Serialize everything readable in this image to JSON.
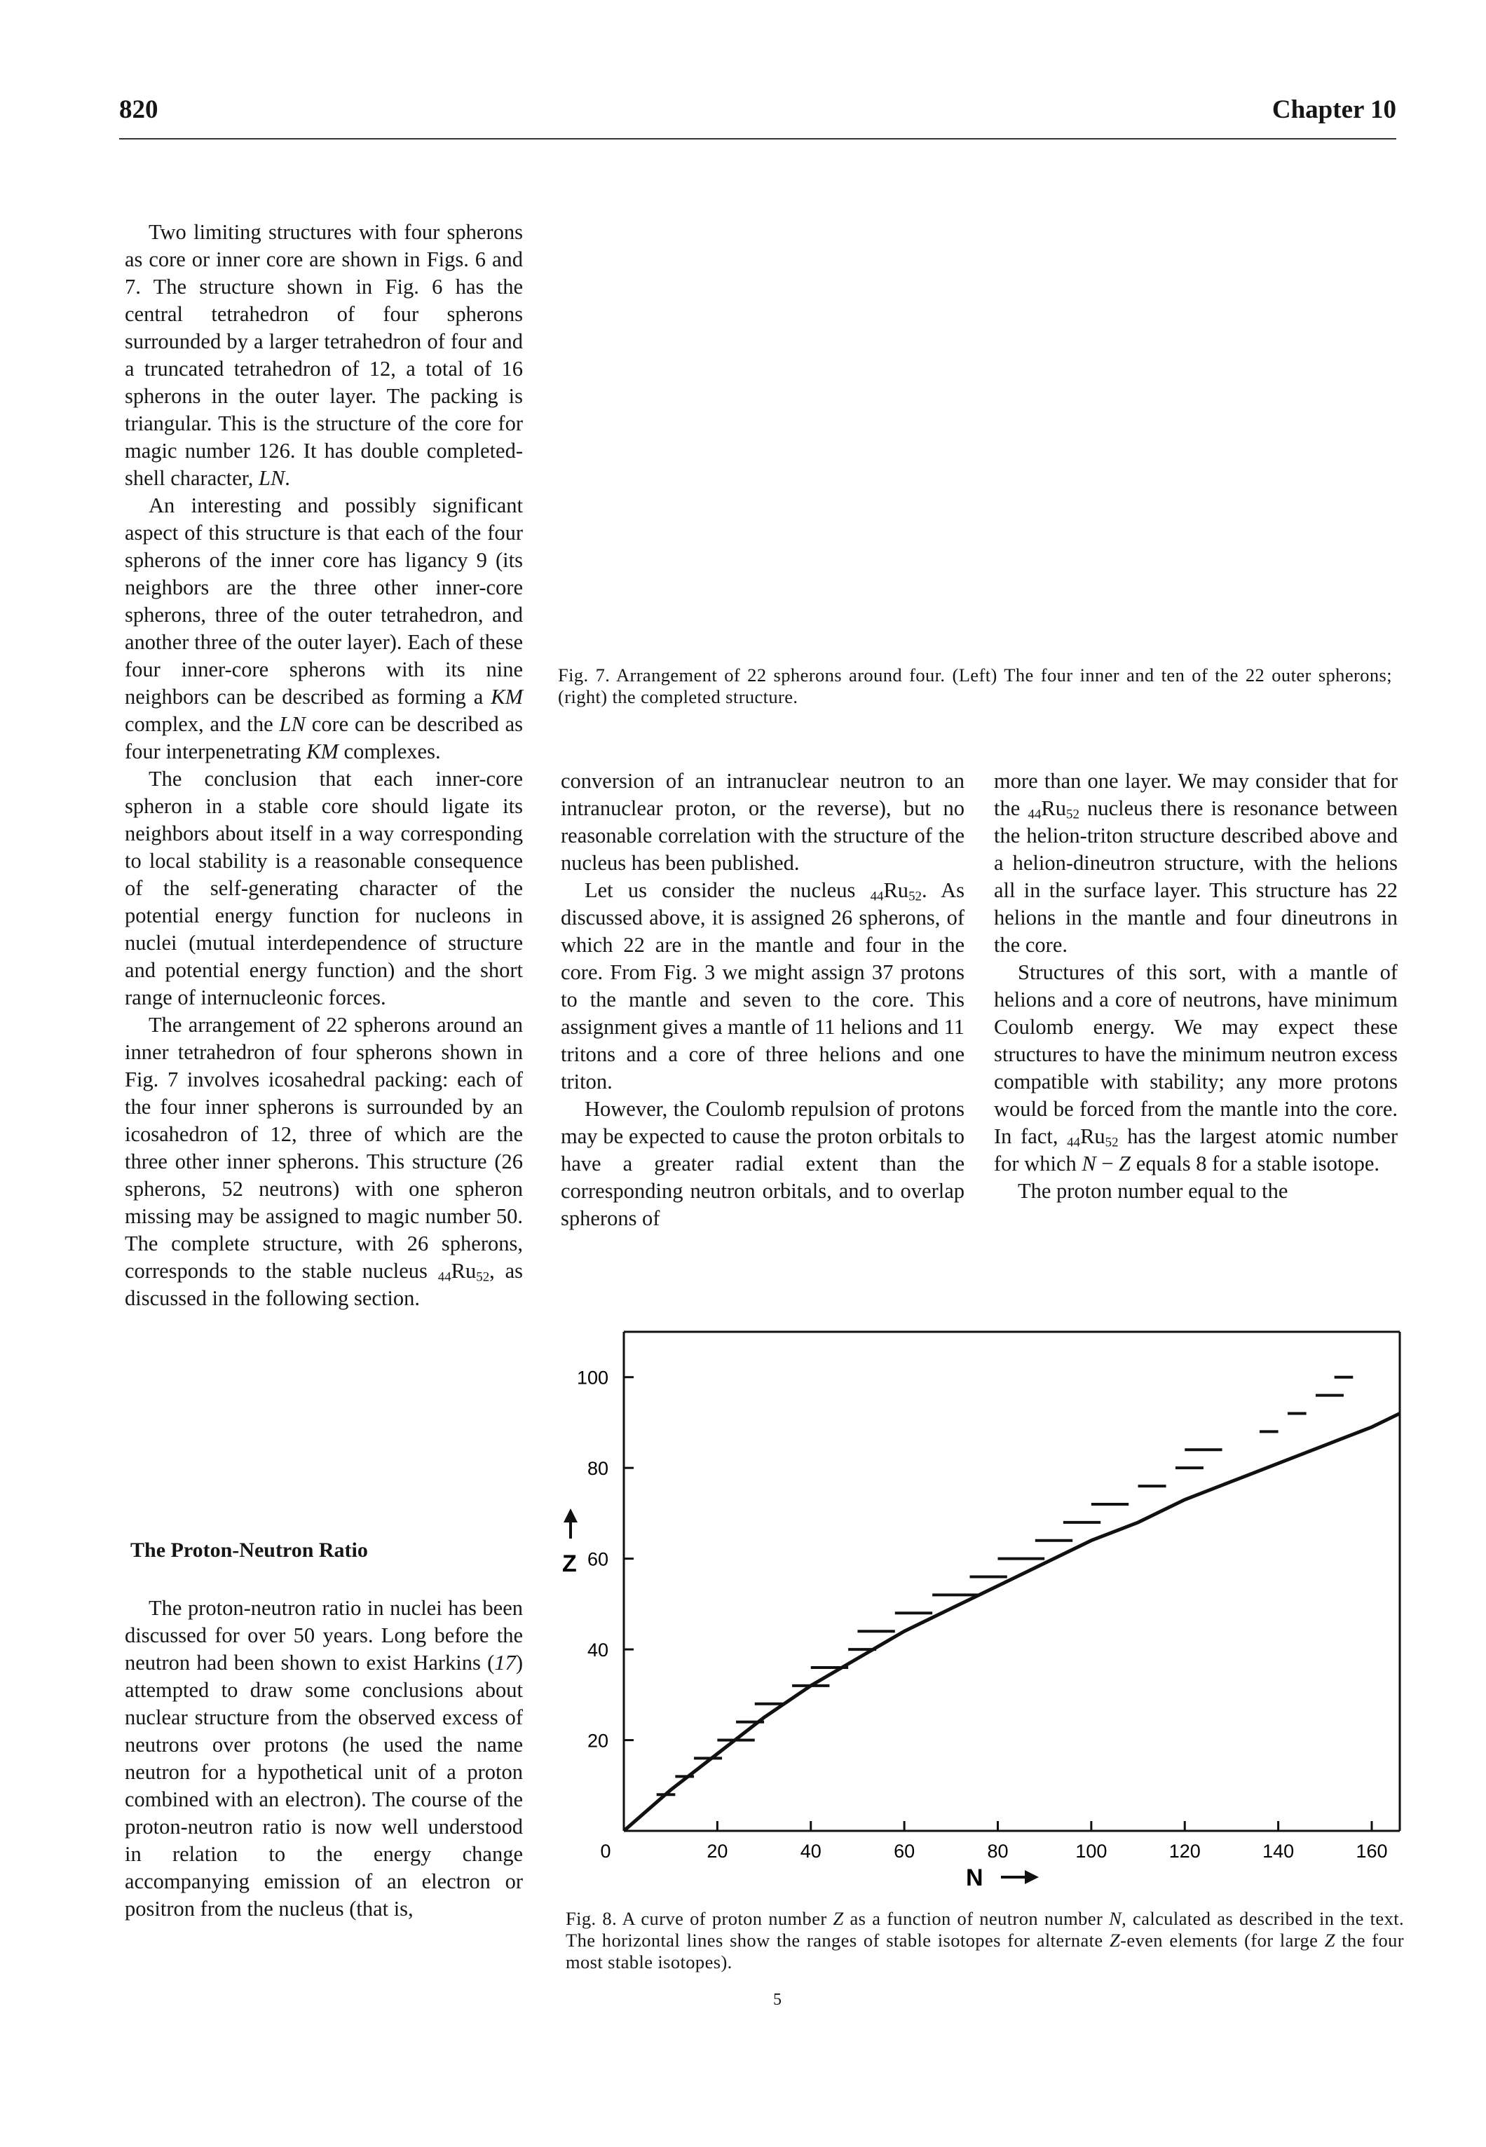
{
  "header": {
    "page_number": "820",
    "chapter": "Chapter 10"
  },
  "left_column": {
    "p1": "Two limiting structures with four spherons as core or inner core are shown in Figs. 6 and 7. The structure shown in Fig. 6 has the central tetrahedron of four spherons surrounded by a larger tetrahedron of four and a truncated tetrahedron of 12, a total of 16 spherons in the outer layer. The packing is triangular. This is the structure of the core for magic number 126. It has double completed-shell character,",
    "p1_end": "LN",
    "p2_a": "An interesting and possibly significant aspect of this structure is that each of the four spherons of the inner core has ligancy 9 (its neighbors are the three other inner-core spherons, three of the outer tetrahedron, and another three of the outer layer). Each of these four inner-core spherons with its nine neighbors can be described as forming a",
    "p2_km": "KM",
    "p2_b": "complex, and the",
    "p2_ln": "LN",
    "p2_c": "core can be described as four interpenetrating",
    "p2_km2": "KM",
    "p2_d": "complexes.",
    "p3": "The conclusion that each inner-core spheron in a stable core should ligate its neighbors about itself in a way corresponding to local stability is a reasonable consequence of the self-generating character of the potential energy function for nucleons in nuclei (mutual interdependence of structure and potential energy function) and the short range of internucleonic forces.",
    "p4_a": "The arrangement of 22 spherons around an inner tetrahedron of four spherons shown in Fig. 7 involves icosahedral packing: each of the four inner spherons is surrounded by an icosahedron of 12, three of which are the three other inner spherons. This structure (26 spherons, 52 neutrons) with one spheron missing may be assigned to magic number 50. The complete structure, with 26 spherons, corresponds to the stable nucleus",
    "p4_z": "44",
    "p4_el": "Ru",
    "p4_n": "52",
    "p4_b": ", as discussed in the following section.",
    "section_title": "The Proton-Neutron Ratio",
    "p5_a": "The proton-neutron ratio in nuclei has been discussed for over 50 years. Long before the neutron had been shown to exist Harkins (",
    "p5_ref": "17",
    "p5_b": ") attempted to draw some conclusions about nuclear structure from the observed excess of neutrons over protons (he used the name neutron for a hypothetical unit of a proton combined with an electron). The course of the proton-neutron ratio is now well understood in relation to the energy change accompanying emission of an electron or positron from the nucleus (that is,"
  },
  "fig7_caption": "Fig. 7. Arrangement of 22 spherons around four. (Left) The four inner and ten of the 22 outer spherons; (right) the completed structure.",
  "middle_column": {
    "p1": "conversion of an intranuclear neutron to an intranuclear proton, or the reverse), but no reasonable correlation with the structure of the nucleus has been published.",
    "p2_a": "Let us consider the nucleus",
    "p2_z": "44",
    "p2_el": "Ru",
    "p2_n": "52",
    "p2_b": ". As discussed above, it is assigned 26 spherons, of which 22 are in the mantle and four in the core. From Fig. 3 we might assign 37 protons to the mantle and seven to the core. This assignment gives a mantle of 11 helions and 11 tritons and a core of three helions and one triton.",
    "p3": "However, the Coulomb repulsion of protons may be expected to cause the proton orbitals to have a greater radial extent than the corresponding neutron orbitals, and to overlap spherons of"
  },
  "right_column": {
    "p1_a": "more than one layer. We may consider that for the",
    "p1_z": "44",
    "p1_el": "Ru",
    "p1_n": "52",
    "p1_b": "nucleus there is resonance between the helion-triton structure described above and a helion-dineutron structure, with the helions all in the surface layer. This structure has 22 helions in the mantle and four dineutrons in the core.",
    "p2_a": "Structures of this sort, with a mantle of helions and a core of neutrons, have minimum Coulomb energy. We may expect these structures to have the minimum neutron excess compatible with stability; any more protons would be forced from the mantle into the core. In fact,",
    "p2_z": "44",
    "p2_el": "Ru",
    "p2_n": "52",
    "p2_b": "has the largest atomic number for which",
    "p2_nvar": "N",
    "p2_minus": "−",
    "p2_zvar": "Z",
    "p2_c": "equals 8 for a stable isotope.",
    "p3": "The proton number equal to the"
  },
  "fig8_caption": {
    "a": "Fig. 8. A curve of proton number",
    "z": "Z",
    "b": "as a function of neutron number",
    "n": "N",
    "c": ", calculated as described in the text. The horizontal lines show the ranges of stable isotopes for alternate",
    "z2": "Z",
    "d": "-even elements (for large",
    "z3": "Z",
    "e": "the four most stable isotopes)."
  },
  "footer": {
    "mark": "5"
  },
  "chart_data": {
    "type": "line",
    "title": "",
    "xlabel": "N",
    "ylabel": "Z",
    "xlim": [
      0,
      166
    ],
    "ylim": [
      0,
      110
    ],
    "x_ticks": [
      "0",
      "20",
      "40",
      "60",
      "80",
      "100",
      "120",
      "140",
      "160"
    ],
    "y_ticks": [
      "20",
      "40",
      "60",
      "80",
      "100"
    ],
    "grid": false,
    "legend": "none",
    "series": [
      {
        "curve": true,
        "x": [
          0,
          10,
          20,
          30,
          40,
          50,
          60,
          70,
          80,
          90,
          100,
          110,
          120,
          130,
          140,
          150,
          160,
          166
        ],
        "y": [
          0,
          9,
          17,
          25,
          32,
          38,
          44,
          49,
          54,
          59,
          64,
          68,
          73,
          77,
          81,
          85,
          89,
          92
        ]
      }
    ],
    "stable_ranges": [
      {
        "z": 8,
        "n": [
          7,
          11
        ]
      },
      {
        "z": 12,
        "n": [
          11,
          15
        ]
      },
      {
        "z": 16,
        "n": [
          15,
          21
        ]
      },
      {
        "z": 20,
        "n": [
          20,
          28
        ]
      },
      {
        "z": 24,
        "n": [
          24,
          30
        ]
      },
      {
        "z": 28,
        "n": [
          28,
          34
        ]
      },
      {
        "z": 32,
        "n": [
          36,
          44
        ]
      },
      {
        "z": 36,
        "n": [
          40,
          48
        ]
      },
      {
        "z": 40,
        "n": [
          48,
          54
        ]
      },
      {
        "z": 44,
        "n": [
          50,
          58
        ]
      },
      {
        "z": 48,
        "n": [
          58,
          66
        ]
      },
      {
        "z": 52,
        "n": [
          66,
          76
        ]
      },
      {
        "z": 56,
        "n": [
          74,
          82
        ]
      },
      {
        "z": 60,
        "n": [
          80,
          90
        ]
      },
      {
        "z": 64,
        "n": [
          88,
          96
        ]
      },
      {
        "z": 68,
        "n": [
          94,
          102
        ]
      },
      {
        "z": 72,
        "n": [
          100,
          108
        ]
      },
      {
        "z": 76,
        "n": [
          110,
          116
        ]
      },
      {
        "z": 80,
        "n": [
          118,
          124
        ]
      },
      {
        "z": 84,
        "n": [
          120,
          128
        ]
      },
      {
        "z": 88,
        "n": [
          136,
          140
        ]
      },
      {
        "z": 92,
        "n": [
          142,
          146
        ]
      },
      {
        "z": 96,
        "n": [
          148,
          154
        ]
      },
      {
        "z": 100,
        "n": [
          152,
          156
        ]
      }
    ]
  }
}
